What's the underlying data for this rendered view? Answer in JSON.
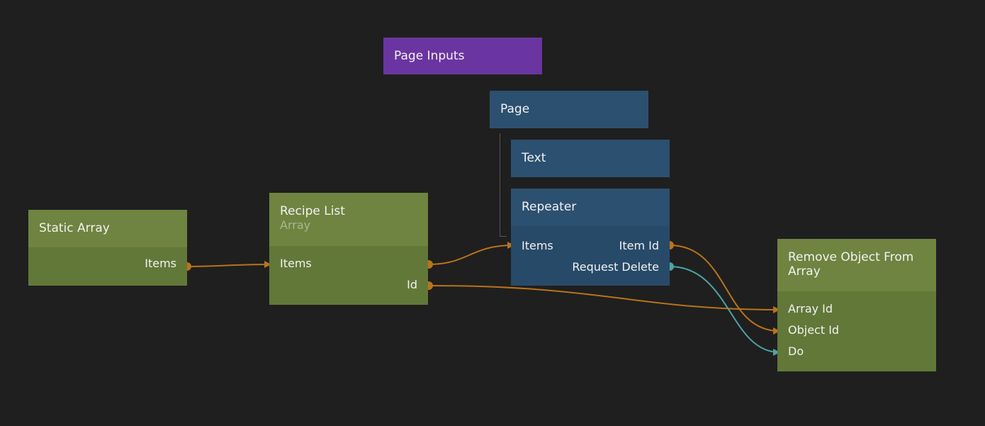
{
  "nodes": {
    "page_inputs": {
      "title": "Page Inputs"
    },
    "page": {
      "title": "Page"
    },
    "text": {
      "title": "Text"
    },
    "repeater": {
      "title": "Repeater",
      "ports": {
        "items": "Items",
        "item_id": "Item Id",
        "request_delete": "Request Delete"
      }
    },
    "static_array": {
      "title": "Static Array",
      "ports": {
        "items": "Items"
      }
    },
    "recipe_list": {
      "title": "Recipe List",
      "subtitle": "Array",
      "ports": {
        "items": "Items",
        "id": "Id"
      }
    },
    "remove_object": {
      "title": "Remove Object From Array",
      "ports": {
        "array_id": "Array Id",
        "object_id": "Object Id",
        "do": "Do"
      }
    }
  },
  "colors": {
    "background": "#1f1f1f",
    "data_wire": "#b8741a",
    "signal_wire": "#4fa3a5",
    "green_header": "#6e8440",
    "green_body": "#627838",
    "blue_node": "#2c5070",
    "purple_node": "#6a35a0"
  }
}
